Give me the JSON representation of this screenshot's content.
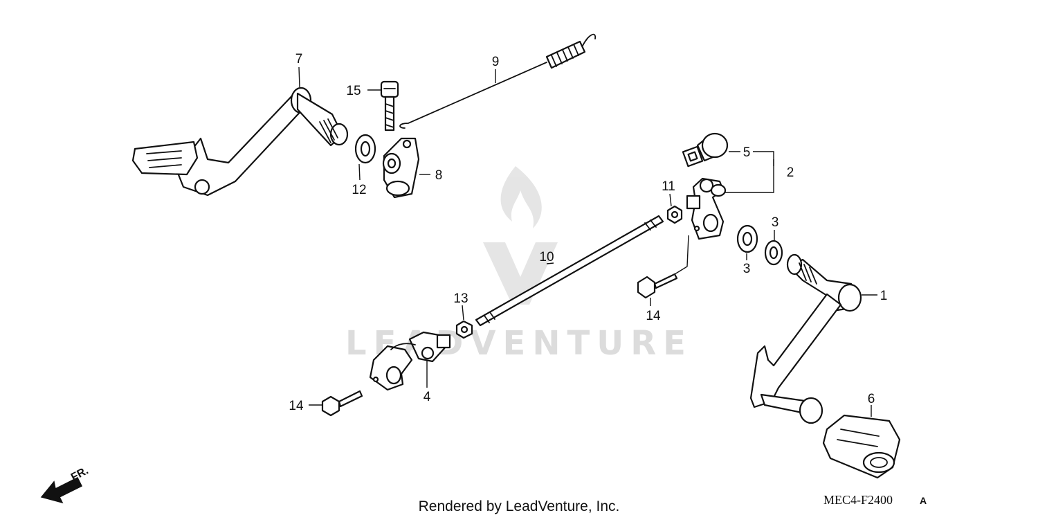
{
  "watermark": {
    "text": "LEADVENTURE"
  },
  "footer": {
    "rendered_by": "Rendered by LeadVenture, Inc.",
    "diagram_code": "MEC4-F2400",
    "diagram_suffix": "A"
  },
  "direction": {
    "label": "FR.",
    "icon": "front-direction-arrow-icon"
  },
  "callouts": [
    "7",
    "15",
    "9",
    "12",
    "8",
    "5",
    "2",
    "11",
    "3",
    "10",
    "3",
    "1",
    "14",
    "13",
    "14",
    "4",
    "6"
  ],
  "colors": {
    "line": "#111111",
    "watermark": "#d9d9d9",
    "background": "#ffffff"
  }
}
